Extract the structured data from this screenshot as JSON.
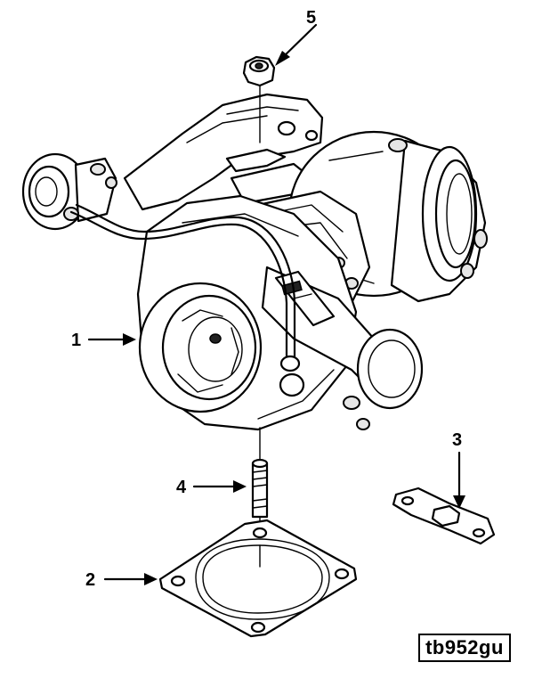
{
  "figure_id": "tb952gu",
  "callouts": [
    {
      "number": "1",
      "part": "turbocharger"
    },
    {
      "number": "2",
      "part": "exhaust-outlet-gasket"
    },
    {
      "number": "3",
      "part": "oil-drain-gasket"
    },
    {
      "number": "4",
      "part": "mounting-stud"
    },
    {
      "number": "5",
      "part": "mounting-nut"
    }
  ],
  "colors": {
    "line": "#000000",
    "background": "#ffffff",
    "shading": "#e6e6e6"
  }
}
